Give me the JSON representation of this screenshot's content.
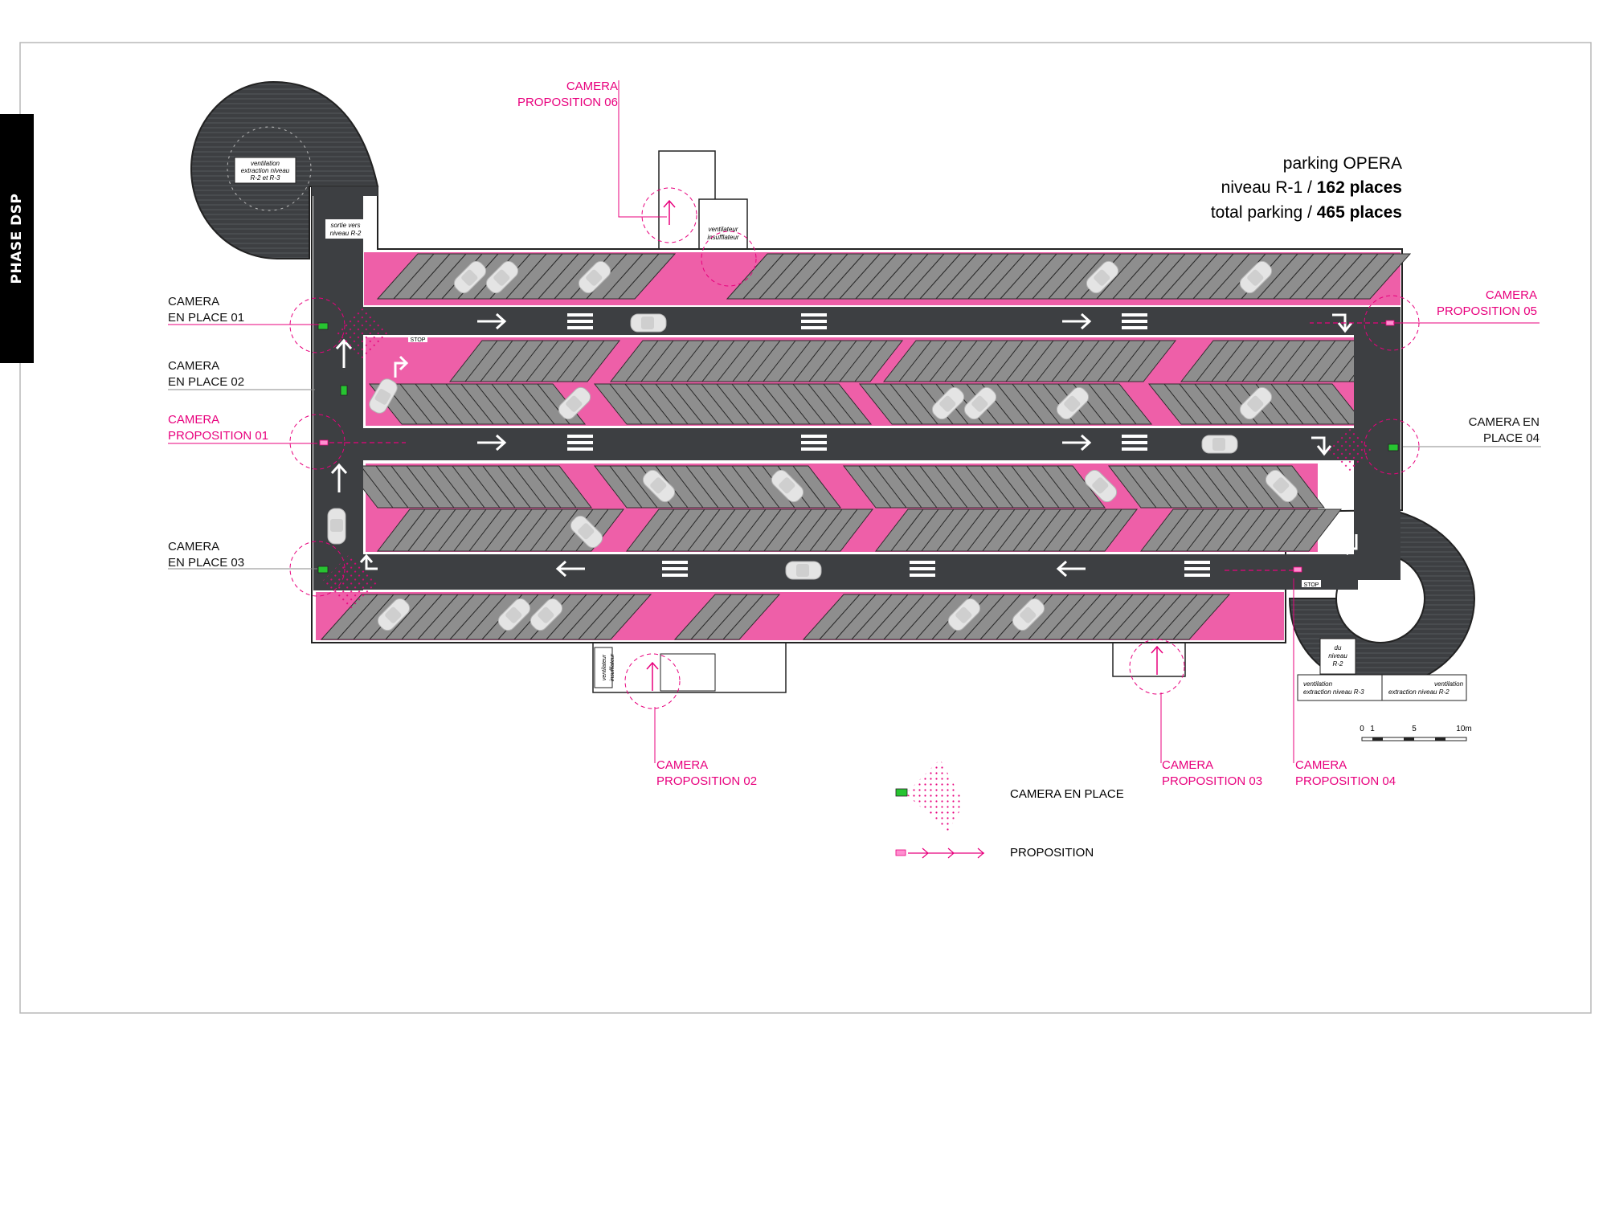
{
  "phase_tab": "PHASE DSP",
  "title": {
    "line1": "parking OPERA",
    "line2_prefix": "niveau R-1 / ",
    "line2_bold": "162 places",
    "line3_prefix": "total parking / ",
    "line3_bold": "465 places"
  },
  "cameras": {
    "en_place_01": [
      "CAMERA",
      "EN PLACE 01"
    ],
    "en_place_02": [
      "CAMERA",
      "EN PLACE 02"
    ],
    "en_place_03": [
      "CAMERA",
      "EN PLACE 03"
    ],
    "en_place_04": [
      "CAMERA EN",
      "PLACE 04"
    ],
    "proposition_01": [
      "CAMERA",
      "PROPOSITION 01"
    ],
    "proposition_02": [
      "CAMERA",
      "PROPOSITION 02"
    ],
    "proposition_03": [
      "CAMERA",
      "PROPOSITION 03"
    ],
    "proposition_04": [
      "CAMERA",
      "PROPOSITION 04"
    ],
    "proposition_05": [
      "CAMERA",
      "PROPOSITION 05"
    ],
    "proposition_06": [
      "CAMERA",
      "PROPOSITION 06"
    ]
  },
  "room_labels": {
    "ventilation_top": [
      "ventilation",
      "extraction niveau",
      "R-2 et R-3"
    ],
    "sortie": [
      "sortie vers",
      "niveau R-2"
    ],
    "ventilateur_top": [
      "ventilateur",
      "insufflateur"
    ],
    "ventilateur_bottom": [
      "ventilateur",
      "insufflateur"
    ],
    "du_niveau": [
      "du",
      "niveau",
      "R-2"
    ],
    "ventilation_r3": [
      "ventilation",
      "extraction niveau R-3"
    ],
    "ventilation_r2": [
      "ventilation",
      "extraction niveau R-2"
    ],
    "stop": "STOP"
  },
  "scale": {
    "ticks": [
      "0",
      "1",
      "5",
      "10m"
    ]
  },
  "legend": {
    "en_place": "CAMERA EN PLACE",
    "proposition": "PROPOSITION"
  },
  "colors": {
    "magenta": "#e8007d",
    "pink_zone": "#ee5fa8",
    "asphalt": "#3d3f42",
    "stall": "#8e8e8e",
    "camera_green": "#27c431",
    "camera_pink": "#ff8fd0"
  },
  "icons": [
    "camera-en-place-icon",
    "camera-proposition-icon",
    "direction-arrow-icon",
    "car-icon"
  ]
}
